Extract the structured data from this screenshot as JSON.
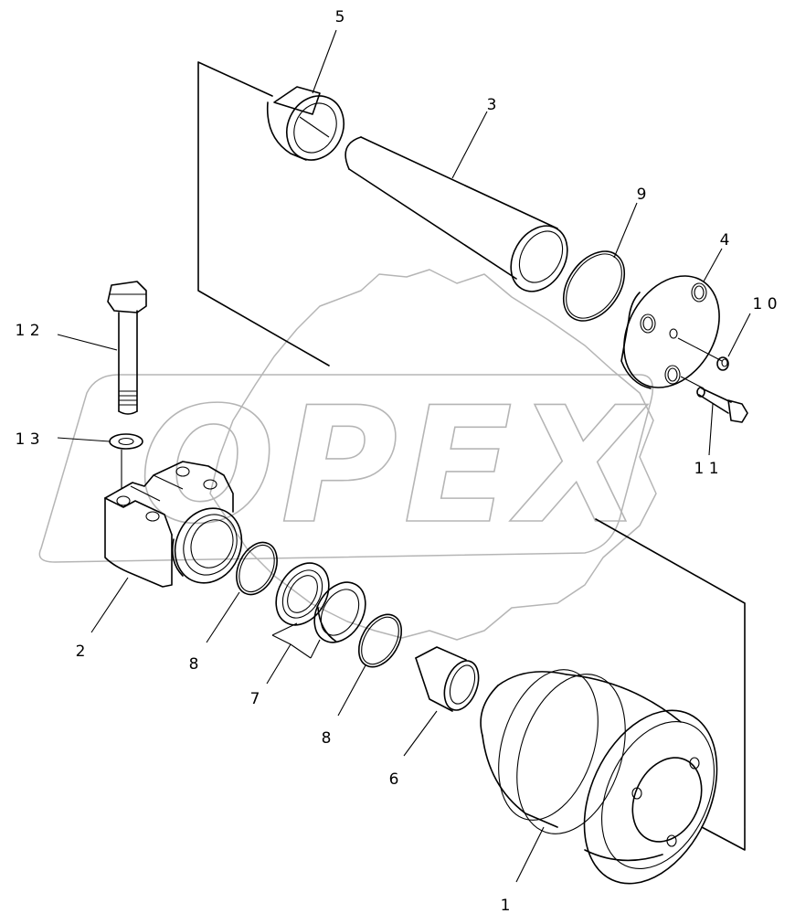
{
  "watermark": {
    "text": "OPEX",
    "color": "#b5b5b5"
  },
  "part_labels": {
    "p1": "1",
    "p2": "2",
    "p3": "3",
    "p4": "4",
    "p5": "5",
    "p6": "6",
    "p7": "7",
    "p8a": "8",
    "p8b": "8",
    "p9": "9",
    "p10": "1 0",
    "p11": "1 1",
    "p12": "1 2",
    "p13": "1 3"
  }
}
